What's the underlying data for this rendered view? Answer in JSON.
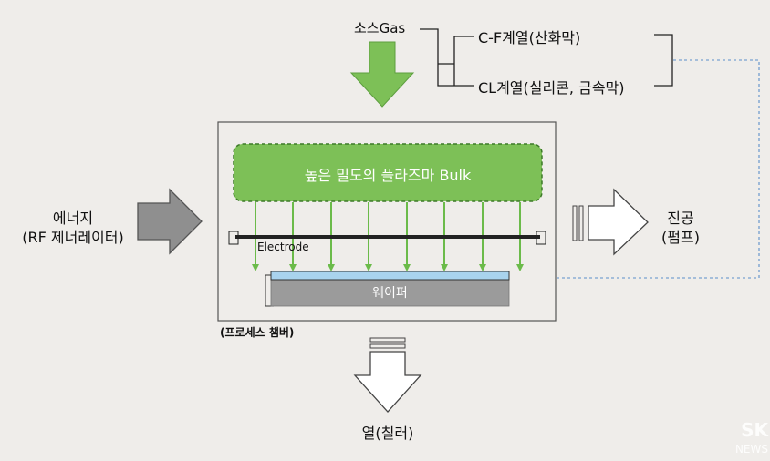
{
  "gas": {
    "source_label": "소스Gas",
    "cf_label": "C-F계열(산화막)",
    "cl_label": "CL계열(실리콘, 금속막)"
  },
  "chamber": {
    "plasma_label": "높은 밀도의 플라즈마 Bulk",
    "electrode_label": "Electrode",
    "wafer_label": "웨이퍼",
    "chamber_label": "(프로세스 챔버)"
  },
  "energy": {
    "line1": "에너지",
    "line2": "(RF 제너레이터)"
  },
  "vacuum": {
    "line1": "진공",
    "line2": "(펌프)"
  },
  "heat": {
    "label": "열(칠러)"
  },
  "watermark": {
    "line1": "SK",
    "line2": "NEWS"
  },
  "colors": {
    "green_fill": "#7dc057",
    "green_dark": "#4d8f33",
    "ion_arrow": "#6bbb4a",
    "wafer_top": "#a9d3ee",
    "wafer_body": "#9b9b9b",
    "dashed_line": "#5b8fc9",
    "energy_arrow": "#8f8f8f"
  }
}
